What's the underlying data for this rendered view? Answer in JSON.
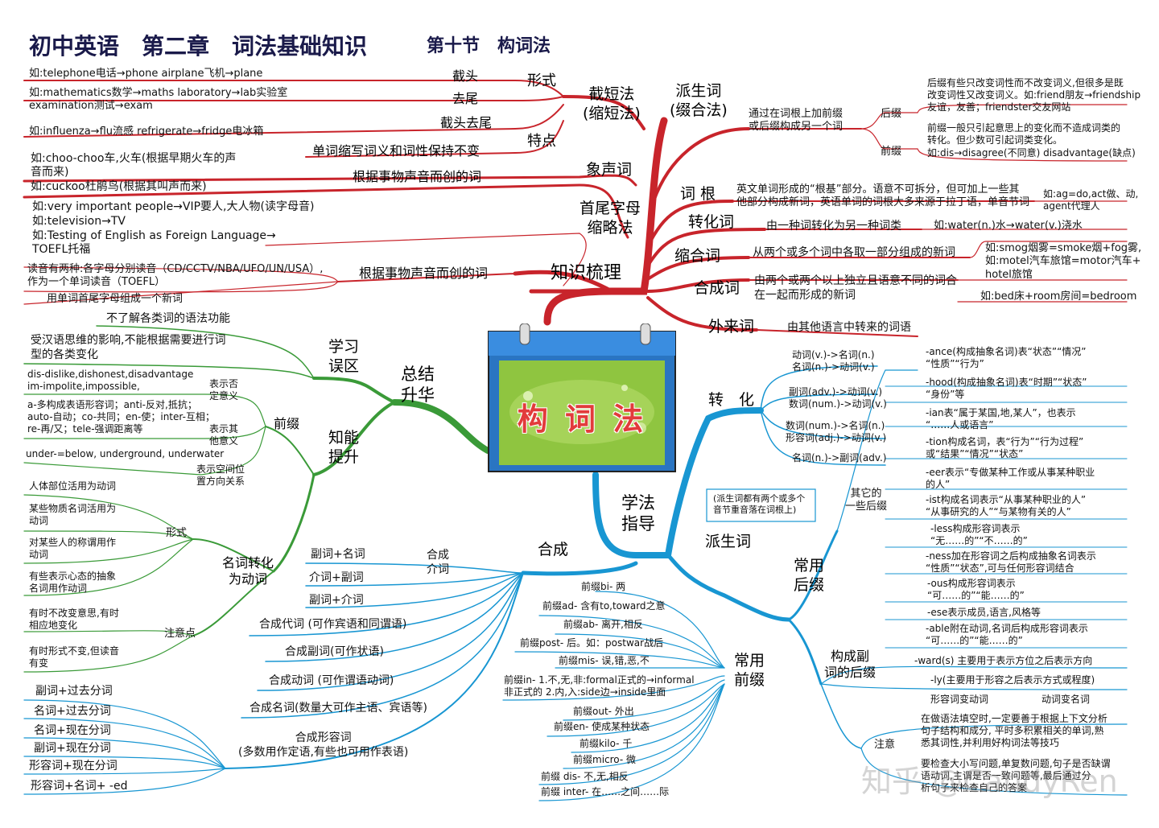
{
  "title": {
    "main": "初中英语　第二章　词法基础知识",
    "section": "第十节　构词法"
  },
  "center": {
    "label": "构 词 法"
  },
  "branches": {
    "zsjl": "知识梳理",
    "zjsh": "总结\n升华",
    "xfzd": "学法\n指导"
  },
  "red": {
    "jdf": "截短法\n(缩短法)",
    "xingshi": "形式",
    "jietou": "截头",
    "quwei": "去尾",
    "jietouquwei": "截头去尾",
    "tedian": "特点",
    "tedian_desc": "单词缩写词义和词性保持不变",
    "ex1": "如:telephone电话→phone  airplane飞机→plane",
    "ex2": "如:mathematics数学→maths   laboratory→lab实验室",
    "ex2b": "examination测试→exam",
    "ex3": "如:influenza→flu流感  refrigerate→fridge电冰箱",
    "xsc": "象声词",
    "xsc_desc": "根据事物声音而创的词",
    "xsc_ex1": "如:choo-choo车,火车(根据早期火车的声",
    "xsc_ex1b": "音而来)",
    "xsc_ex2": "如:cuckoo杜鹃鸟(根据其叫声而来)",
    "szm": "首尾字母\n缩略法",
    "szm_ex1": "如:very important people→VIP要人,大人物(读字母音)",
    "szm_ex2": "如:television→TV",
    "szm_ex3": "如:Testing of English as Foreign Language→",
    "szm_ex3b": "TOEFL托福",
    "szm_desc": "根据事物声音而创的词",
    "szm_read": "读音有两种:各字母分别读音（CD/CCTV/NBA/UFO/UN/USA）,",
    "szm_read2": "作为一个单词读音（TOEFL）",
    "szm_new": "用单词首尾字母组成一个新词",
    "psc": "派生词\n(缀合法)",
    "psc_desc": "通过在词根上加前缀\n或后缀构成另一个词",
    "houzhui": "后缀",
    "houzhui_desc": "后缀有些只改变词性而不改变词义,但很多是既\n改变词性又改变词义。如:friend朋友→friendship\n友谊，友善；friendster交友网站",
    "qianzhui": "前缀",
    "qianzhui_desc": "前缀一般只引起意思上的变化而不造成词类的\n转化。但少数可引起词类变化。",
    "qianzhui_ex": "如:dis→disagree(不同意) disadvantage(缺点)",
    "cigen": "词 根",
    "cigen_desc": "英文单词形成的“根基”部分。语意不可拆分，但可加上一些其\n他部分构成新词，英语单词的词根大多来源于拉丁语，单音节词",
    "cigen_ex": "如:ag=do,act做、动,\nagent代理人",
    "zhc": "转化词",
    "zhc_desc": "由一种词转化为另一种词类",
    "zhc_ex": "如:water(n.)水→water(v.)浇水",
    "shc": "缩合词",
    "shc_desc": "从两个或多个词中各取一部分组成的新词",
    "shc_ex": "如:smog烟雾=smoke烟+fog雾,\n如:motel汽车旅馆=motor汽车+\nhotel旅馆",
    "hcc": "合成词",
    "hcc_desc": "由两个或两个以上独立且语意不同的词合\n在一起而形成的新词",
    "hcc_ex": "如:bed床+room房间=bedroom",
    "wlc": "外来词",
    "wlc_desc": "由其他语言中转来的词语"
  },
  "green": {
    "xxwq": "学习\n误区",
    "wq1": "不了解各类词的语法功能",
    "wq2": "受汉语思维的影响,不能根据需要进行词\n型的各类变化",
    "zntx": "知能\n提升",
    "qianzhui": "前缀",
    "fd": "表示否\n定意义",
    "fd_ex": "dis-dislike,dishonest,disadvantage\nim-impolite,impossible,",
    "qt": "表示其\n他意义",
    "qt_ex": "a-多构成表语形容词；anti-反对,抵抗；\nauto-自动；co-共同；en-使；inter-互相；\nre-再/又；tele-强调距离等",
    "kj": "表示空间位\n置方向关系",
    "kj_ex": "under-=below, underground, underwater",
    "mczh": "名词转化\n为动词",
    "xs": "形式",
    "xs1": "人体部位活用为动词",
    "xs2": "某些物质名词活用为\n动词",
    "xs3": "对某些人的称谓用作\n动词",
    "xs4": "有些表示心态的抽象\n名词用作动词",
    "zyd": "注意点",
    "zyd1": "有时不改变意思,有时\n相应地变化",
    "zyd2": "有时形式不变,但读音\n有变"
  },
  "blue": {
    "zhuanhua": "转　化",
    "zh1": "动词(v.)->名词(n.)\n名词(n.)->动词(v.)",
    "zh2": "副词(adv.)->动词(v.)\n数词(num.)->动词(v.)",
    "zh3": "数词(num.)->名词(n.)\n形容词(adj.)->动词(v.)",
    "zh4": "名词(n.)->副词(adv.)",
    "psc": "派生词",
    "psc_note": "(派生词都有两个或多个\n音节重音落在词根上)",
    "cyhz": "常用\n后缀",
    "qt_hz": "其它的\n一些后缀",
    "hz1": "-ance(构成抽象名词)表“状态”“情况”\n“性质”“行为”",
    "hz2": "-hood(构成抽象名词)表“时期”“状态”\n“身份”等",
    "hz3": "-ian表“属于某国,地,某人”，也表示\n“……人或语言”",
    "hz4": "-tion构成名词，表“行为”“行为过程”\n或“结果”“情况”“状态”",
    "hz5": "-eer表示“专做某种工作或从事某种职业\n的人”",
    "hz6": "-ist构成名词表示“从事某种职业的人”\n“从事研究的人”“与某物有关的人”",
    "hz7": "-less构成形容词表示\n“无……的”“不……的”",
    "hz8": "-ness加在形容词之后构成抽象名词表示\n“性质”“状态”,可与任何形容词结合",
    "hz9": "-ous构成形容词表示\n“可……的”“能……的”",
    "hz10": "-ese表示成员,语言,风格等",
    "hz11": "-able附在动词,名词后构成形容词表示\n“可……的”“能……的”",
    "gcfc": "构成副\n词的后缀",
    "fc1": "-ward(s) 主要用于表示方位之后表示方向",
    "fc2": "-ly(主要用于形容之后表示方式或程度)",
    "xrc": "形容词变动词",
    "dbm": "动词变名词",
    "zhuyi": "注意",
    "zy1": "在做语法填空时,一定要善于根据上下文分析\n句子结构和成分, 平时多积累相关的单词,熟\n悉其词性,并利用好构词法等技巧",
    "zy2": "要检查大小写问题,单复数问题,句子是否缺谓\n语动词,主谓是否一致问题等,最后通过分\n析句子来检查自己的答案",
    "cyqz": "常用\n前缀",
    "qz1": "前缀bi- 两",
    "qz2": "前缀ad- 含有to,toward之意",
    "qz3": "前缀ab- 离开,相反",
    "qz4": "前缀post- 后。如：postwar战后",
    "qz5": "前缀mis- 误,错,恶,不",
    "qz6": "前缀in- 1.不,无,非:formal正式的→informal\n非正式的 2.内,入:side边→inside里面",
    "qz7": "前缀out- 外出",
    "qz8": "前缀en- 使成某种状态",
    "qz9": "前缀kilo- 千",
    "qz10": "前缀micro- 微",
    "qz11": "前缀 dis- 不,无,相反",
    "qz12": "前缀 inter- 在……之间……际",
    "hecheng": "合成",
    "hcjc": "合成\n介词",
    "jc1": "副词+名词",
    "jc2": "介词+副词",
    "jc3": "副词+介词",
    "hc1": "合成代词 (可作宾语和同谓语)",
    "hc2": "合成副词(可作状语)",
    "hc3": "合成动词 (可作谓语动词)",
    "hc4": "合成名词(数量大可作主语、宾语等)",
    "hcxrc": "合成形容词\n(多数用作定语,有些也可用作表语)",
    "xr1": "副词+过去分词",
    "xr2": "名词+过去分词",
    "xr3": "名词+现在分词",
    "xr4": "副词+现在分词",
    "xr5": "形容词+现在分词",
    "xr6": "形容词+名词+ -ed"
  },
  "watermark": "知乎 @CandyRen",
  "colors": {
    "red": "#c8242b",
    "green": "#3a9a38",
    "blue": "#1896d2",
    "title": "#1a1a4a"
  }
}
